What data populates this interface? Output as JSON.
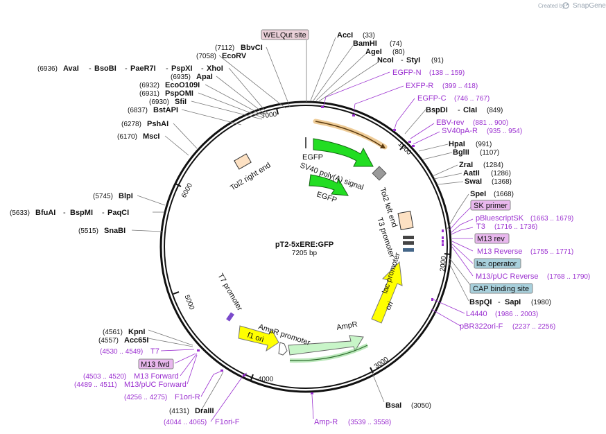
{
  "header": {
    "created_by": "Created by",
    "brand": "SnapGene"
  },
  "plasmid": {
    "name": "pT2-5xERE:GFP",
    "length": "7205 bp"
  },
  "ticks": {
    "t1000": "1000",
    "t2000": "2000",
    "t3000": "3000",
    "t4000": "4000",
    "t5000": "5000",
    "t6000": "6000",
    "t7000": "7000"
  },
  "enzymes": {
    "acci": {
      "name": "AccI",
      "coord": "(33)"
    },
    "bamhi": {
      "name": "BamHI",
      "coord": "(74)"
    },
    "agei": {
      "name": "AgeI",
      "coord": "(80)"
    },
    "ncoi": {
      "name": "NcoI",
      "sep": "-",
      "extra": "StyI",
      "coord": "(91)"
    },
    "bspdi": {
      "name": "BspDI",
      "sep": "-",
      "extra": "ClaI",
      "coord": "(849)"
    },
    "hpai": {
      "name": "HpaI",
      "coord": "(991)"
    },
    "bglii": {
      "name": "BglII",
      "coord": "(1107)"
    },
    "zrai": {
      "name": "ZraI",
      "coord": "(1284)"
    },
    "aatii": {
      "name": "AatII",
      "coord": "(1286)"
    },
    "swai": {
      "name": "SwaI",
      "coord": "(1368)"
    },
    "spei": {
      "name": "SpeI",
      "coord": "(1668)"
    },
    "bspqi": {
      "name": "BspQI",
      "sep": "-",
      "extra": "SapI",
      "coord": "(1980)"
    },
    "bsai": {
      "name": "BsaI",
      "coord": "(3050)"
    },
    "draiii": {
      "name": "DraIII",
      "coord": "(4131)"
    },
    "acc65i": {
      "name": "Acc65I",
      "coord": "(4557)"
    },
    "kpni": {
      "name": "KpnI",
      "coord": "(4561)"
    },
    "snabi": {
      "name": "SnaBI",
      "coord": "(5515)"
    },
    "bfuai": {
      "coord": "(5633)",
      "name": "BfuAI",
      "sep1": "-",
      "n2": "BspMI",
      "sep2": "-",
      "n3": "PaqCI"
    },
    "blpi": {
      "name": "BlpI",
      "coord": "(5745)"
    },
    "msci": {
      "name": "MscI",
      "coord": "(6170)"
    },
    "pshai": {
      "name": "PshAI",
      "coord": "(6278)"
    },
    "bstapi": {
      "name": "BstAPI",
      "coord": "(6837)"
    },
    "sfii": {
      "name": "SfiI",
      "coord": "(6930)"
    },
    "pspomi": {
      "name": "PspOMI",
      "coord": "(6931)"
    },
    "eco": {
      "name": "EcoO109I",
      "coord": "(6932)"
    },
    "apai": {
      "name": "ApaI",
      "coord": "(6935)"
    },
    "avai": {
      "coord": "(6936)",
      "name": "AvaI",
      "sep1": "-",
      "n2": "BsoBI",
      "sep2": "-",
      "n3": "PaeR7I",
      "sep3": "-",
      "n4": "PspXI",
      "sep4": "-",
      "n5": "XhoI"
    },
    "ecorv": {
      "name": "EcoRV",
      "coord": "(7058)"
    },
    "bbvci": {
      "name": "BbvCI",
      "coord": "(7112)"
    }
  },
  "primers": {
    "egfp_n": {
      "name": "EGFP-N",
      "range": "(138 .. 159)"
    },
    "exfp_r": {
      "name": "EXFP-R",
      "range": "(399 .. 418)"
    },
    "egfp_c": {
      "name": "EGFP-C",
      "range": "(746 .. 767)"
    },
    "ebv_rev": {
      "name": "EBV-rev",
      "range": "(881 .. 900)"
    },
    "sv40pa_r": {
      "name": "SV40pA-R",
      "range": "(935 .. 954)"
    },
    "pbluescript": {
      "name": "pBluescriptSK",
      "range": "(1663 .. 1679)"
    },
    "t3": {
      "name": "T3",
      "range": "(1716 .. 1736)"
    },
    "m13_reverse": {
      "name": "M13 Reverse",
      "range": "(1755 .. 1771)"
    },
    "m13puc_rev": {
      "name": "M13/pUC Reverse",
      "range": "(1768 .. 1790)"
    },
    "l4440": {
      "name": "L4440",
      "range": "(1986 .. 2003)"
    },
    "pbr322": {
      "name": "pBR322ori-F",
      "range": "(2237 .. 2256)"
    },
    "amp_r": {
      "name": "Amp-R",
      "range": "(3539 .. 3558)"
    },
    "f1ori_f": {
      "name": "F1ori-F",
      "range": "(4044 .. 4065)"
    },
    "f1ori_r": {
      "name": "F1ori-R",
      "range": "(4256 .. 4275)"
    },
    "m13puc_fwd": {
      "name": "M13/pUC Forward",
      "range": "(4489 .. 4511)"
    },
    "m13_forward": {
      "name": "M13 Forward",
      "range": "(4503 .. 4520)"
    },
    "t7": {
      "name": "T7",
      "range": "(4530 .. 4549)"
    }
  },
  "boxed_labels": {
    "welqut": "WELQut site",
    "sk_primer": "SK primer",
    "m13_rev": "M13 rev",
    "lac_operator": "lac operator",
    "cap_site": "CAP binding site",
    "m13_fwd": "M13 fwd"
  },
  "features": {
    "egfp_outer": "EGFP",
    "sv40": "SV40 poly(A) signal",
    "egfp_inner": "EGFP",
    "tol2_right": "Tol2 right end",
    "tol2_left": "Tol2 left end",
    "t3_promoter": "T3 promoter",
    "lac_promoter": "lac promoter",
    "ori": "ori",
    "t7_promoter": "T7 promoter",
    "ampr_promoter": "AmpR promoter",
    "ampr": "AmpR",
    "f1_ori": "f1 ori"
  },
  "colors": {
    "welqut_fill": "#ead0d8",
    "primer_box_fill": "#e9b8ee",
    "lac_box_fill": "#a8d0dc",
    "purple": "#9b30d0",
    "egfp_green": "#22dd22",
    "ampr_green": "#c8f5c8",
    "ori_yellow": "#ffff00",
    "tol2_peach": "#fde1c3",
    "sv40_gray": "#9a9a9a"
  }
}
